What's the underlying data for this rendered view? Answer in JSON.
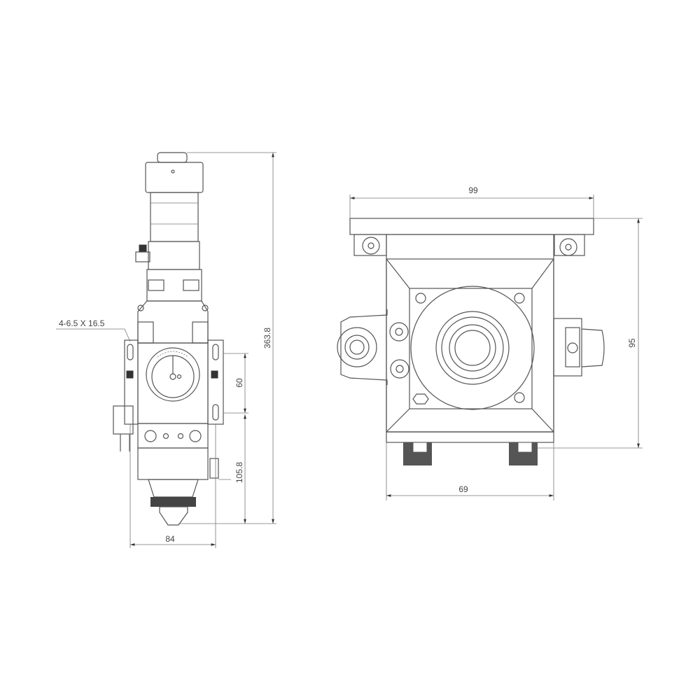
{
  "left_view": {
    "hole_note": "4-6.5 X 16.5",
    "dim_total_height": "363.8",
    "dim_slot_spacing": "60",
    "dim_lower_height": "105.8",
    "dim_width": "84"
  },
  "right_view": {
    "dim_top_width": "99",
    "dim_height": "95",
    "dim_bottom_width": "69"
  }
}
